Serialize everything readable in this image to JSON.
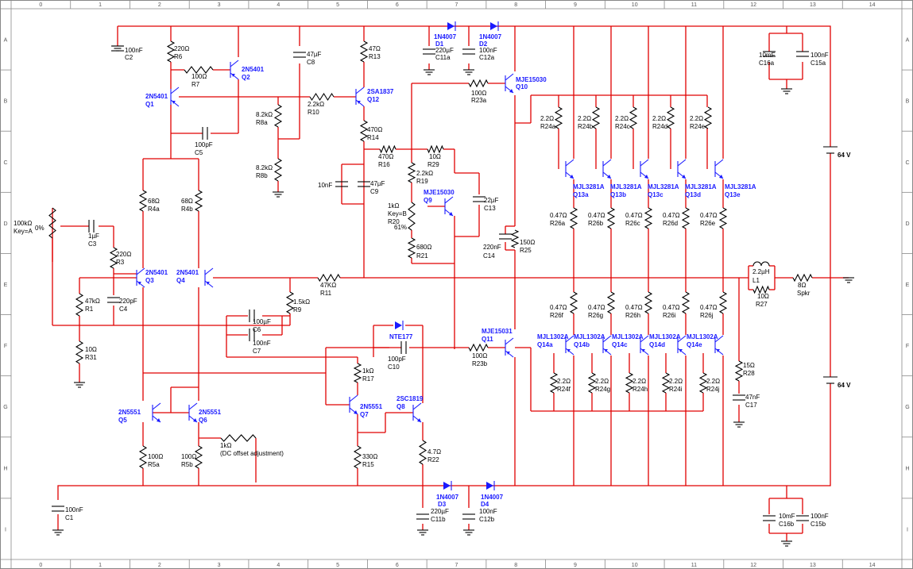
{
  "grid": {
    "cols": [
      "0",
      "1",
      "2",
      "3",
      "4",
      "5",
      "6",
      "7",
      "8",
      "9",
      "10",
      "11",
      "12",
      "13",
      "14"
    ],
    "rows": [
      "A",
      "B",
      "C",
      "D",
      "E",
      "F",
      "G",
      "H",
      "I"
    ]
  },
  "colors": {
    "wire": "#e00000",
    "semiconductor": "#1a1aff",
    "part": "#000000",
    "frame": "#888888"
  },
  "parts": {
    "C2": {
      "val": "100nF",
      "ref": "C2"
    },
    "R6": {
      "val": "220Ω",
      "ref": "R6"
    },
    "R7": {
      "val": "100Ω",
      "ref": "R7"
    },
    "Q2": {
      "val": "2N5401",
      "ref": "Q2"
    },
    "C8": {
      "val": "47µF",
      "ref": "C8"
    },
    "R13": {
      "val": "47Ω",
      "ref": "R13"
    },
    "Q1": {
      "val": "2N5401",
      "ref": "Q1"
    },
    "R10": {
      "val": "2.2kΩ",
      "ref": "R10"
    },
    "R8a": {
      "val": "8.2kΩ",
      "ref": "R8a"
    },
    "Q12": {
      "val": "2SA1837",
      "ref": "Q12"
    },
    "C5": {
      "val": "100pF",
      "ref": "C5"
    },
    "R14": {
      "val": "470Ω",
      "ref": "R14"
    },
    "R8b": {
      "val": "8.2kΩ",
      "ref": "R8b"
    },
    "D1": {
      "val": "1N4007",
      "ref": "D1"
    },
    "D2": {
      "val": "1N4007",
      "ref": "D2"
    },
    "C11a": {
      "val": "220µF",
      "ref": "C11a"
    },
    "C12a": {
      "val": "100nF",
      "ref": "C12a"
    },
    "Q10": {
      "val": "MJE15030",
      "ref": "Q10"
    },
    "R23a": {
      "val": "100Ω",
      "ref": "R23a"
    },
    "C16a": {
      "val": "10mF",
      "ref": "C16a"
    },
    "C15a": {
      "val": "100nF",
      "ref": "C15a"
    },
    "R24a": {
      "val": "2.2Ω",
      "ref": "R24a"
    },
    "R24b": {
      "val": "2.2Ω",
      "ref": "R24b"
    },
    "R24c": {
      "val": "2.2Ω",
      "ref": "R24c"
    },
    "R24d": {
      "val": "2.2Ω",
      "ref": "R24d"
    },
    "R24e": {
      "val": "2.2Ω",
      "ref": "R24e"
    },
    "R16": {
      "val": "470Ω",
      "ref": "R16"
    },
    "R29": {
      "val": "10Ω",
      "ref": "R29"
    },
    "R19": {
      "val": "2.2kΩ",
      "ref": "R19"
    },
    "C_10n": {
      "val": "10nF"
    },
    "C9": {
      "val": "47µF",
      "ref": "C9"
    },
    "Q9": {
      "val": "MJE15030",
      "ref": "Q9"
    },
    "C13": {
      "val": "22µF",
      "ref": "C13"
    },
    "R20": {
      "val": "1kΩ",
      "key": "Key=B",
      "ref": "R20",
      "pct": "61%"
    },
    "R21": {
      "val": "680Ω",
      "ref": "R21"
    },
    "C14": {
      "val": "220nF",
      "ref": "C14"
    },
    "R25": {
      "val": "150Ω",
      "ref": "R25"
    },
    "Q13a": {
      "val": "MJL3281A",
      "ref": "Q13a"
    },
    "Q13b": {
      "val": "MJL3281A",
      "ref": "Q13b"
    },
    "Q13c": {
      "val": "MJL3281A",
      "ref": "Q13c"
    },
    "Q13d": {
      "val": "MJL3281A",
      "ref": "Q13d"
    },
    "Q13e": {
      "val": "MJL3281A",
      "ref": "Q13e"
    },
    "R26a": {
      "val": "0.47Ω",
      "ref": "R26a"
    },
    "R26b": {
      "val": "0.47Ω",
      "ref": "R26b"
    },
    "R26c": {
      "val": "0.47Ω",
      "ref": "R26c"
    },
    "R26d": {
      "val": "0.47Ω",
      "ref": "R26d"
    },
    "R26e": {
      "val": "0.47Ω",
      "ref": "R26e"
    },
    "V1": {
      "val": "64 V"
    },
    "V2": {
      "val": "64 V"
    },
    "R_pot": {
      "val": "100kΩ",
      "key": "Key=A",
      "pct": "0%"
    },
    "C3": {
      "val": "1µF",
      "ref": "C3"
    },
    "R3": {
      "val": "220Ω",
      "ref": "R3"
    },
    "R4a": {
      "val": "68Ω",
      "ref": "R4a"
    },
    "R4b": {
      "val": "68Ω",
      "ref": "R4b"
    },
    "Q3": {
      "val": "2N5401",
      "ref": "Q3"
    },
    "Q4": {
      "val": "2N5401",
      "ref": "Q4"
    },
    "R11": {
      "val": "47KΩ",
      "ref": "R11"
    },
    "R1": {
      "val": "47kΩ",
      "ref": "R1"
    },
    "C4": {
      "val": "220pF",
      "ref": "C4"
    },
    "R9": {
      "val": "1.5kΩ",
      "ref": "R9"
    },
    "C6": {
      "val": "100µF",
      "ref": "C6"
    },
    "C7": {
      "val": "100nF",
      "ref": "C7"
    },
    "R31": {
      "val": "10Ω",
      "ref": "R31"
    },
    "L1": {
      "val": "2.2µH",
      "ref": "L1"
    },
    "R27": {
      "val": "10Ω",
      "ref": "R27"
    },
    "Spkr": {
      "val": "8Ω",
      "ref": "Spkr"
    },
    "R26f": {
      "val": "0.47Ω",
      "ref": "R26f"
    },
    "R26g": {
      "val": "0.47Ω",
      "ref": "R26g"
    },
    "R26h": {
      "val": "0.47Ω",
      "ref": "R26h"
    },
    "R26i": {
      "val": "0.47Ω",
      "ref": "R26i"
    },
    "R26j": {
      "val": "0.47Ω",
      "ref": "R26j"
    },
    "D_nte": {
      "val": "NTE177"
    },
    "C10": {
      "val": "100pF",
      "ref": "C10"
    },
    "Q11": {
      "val": "MJE15031",
      "ref": "Q11"
    },
    "R23b": {
      "val": "100Ω",
      "ref": "R23b"
    },
    "Q14a": {
      "val": "MJL1302A",
      "ref": "Q14a"
    },
    "Q14b": {
      "val": "MJL1302A",
      "ref": "Q14b"
    },
    "Q14c": {
      "val": "MJL1302A",
      "ref": "Q14c"
    },
    "Q14d": {
      "val": "MJL1302A",
      "ref": "Q14d"
    },
    "Q14e": {
      "val": "MJL1302A",
      "ref": "Q14e"
    },
    "R17": {
      "val": "1kΩ",
      "ref": "R17"
    },
    "R28": {
      "val": "15Ω",
      "ref": "R28"
    },
    "R24f": {
      "val": "2.2Ω",
      "ref": "R24f"
    },
    "R24g": {
      "val": "2.2Ω",
      "ref": "R24g"
    },
    "R24h": {
      "val": "2.2Ω",
      "ref": "R24h"
    },
    "R24i": {
      "val": "2.2Ω",
      "ref": "R24i"
    },
    "R24j": {
      "val": "2.2Ω",
      "ref": "R24j"
    },
    "C17": {
      "val": "47nF",
      "ref": "C17"
    },
    "Q5": {
      "val": "2N5551",
      "ref": "Q5"
    },
    "Q6": {
      "val": "2N5551",
      "ref": "Q6"
    },
    "Q7": {
      "val": "2N5551",
      "ref": "Q7"
    },
    "Q8": {
      "val": "2SC1819",
      "ref": "Q8"
    },
    "R_dc": {
      "val": "1kΩ",
      "note": "(DC offset adjustment)"
    },
    "R5a": {
      "val": "100Ω",
      "ref": "R5a"
    },
    "R5b": {
      "val": "100Ω",
      "ref": "R5b"
    },
    "R15": {
      "val": "330Ω",
      "ref": "R15"
    },
    "R22": {
      "val": "4.7Ω",
      "ref": "R22"
    },
    "C1": {
      "val": "100nF",
      "ref": "C1"
    },
    "D3": {
      "val": "1N4007",
      "ref": "D3"
    },
    "D4": {
      "val": "1N4007",
      "ref": "D4"
    },
    "C11b": {
      "val": "220µF",
      "ref": "C11b"
    },
    "C12b": {
      "val": "100nF",
      "ref": "C12b"
    },
    "C16b": {
      "val": "10mF",
      "ref": "C16b"
    },
    "C15b": {
      "val": "100nF",
      "ref": "C15b"
    }
  }
}
